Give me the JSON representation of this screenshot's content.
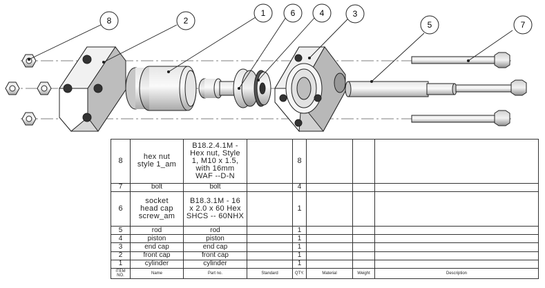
{
  "balloons": [
    "8",
    "2",
    "1",
    "6",
    "4",
    "3",
    "5",
    "7"
  ],
  "bom": {
    "headers": [
      "ITEM NO.",
      "Name",
      "Part no.",
      "Standard",
      "QTY.",
      "Material",
      "Weight",
      "Description"
    ],
    "rows": [
      {
        "item": "8",
        "name": "hex nut\nstyle 1_am",
        "part": "B18.2.4.1M -\nHex nut, Style\n1,  M10 x 1.5,\nwith 16mm\nWAF --D-N",
        "qty": "8"
      },
      {
        "item": "7",
        "name": "bolt",
        "part": "bolt",
        "qty": "4"
      },
      {
        "item": "6",
        "name": "socket\nhead cap\nscrew_am",
        "part": "B18.3.1M - 16\nx 2.0 x 60 Hex\nSHCS -- 60NHX",
        "qty": "1"
      },
      {
        "item": "5",
        "name": "rod",
        "part": "rod",
        "qty": "1"
      },
      {
        "item": "4",
        "name": "piston",
        "part": "piston",
        "qty": "1"
      },
      {
        "item": "3",
        "name": "end cap",
        "part": "end cap",
        "qty": "1"
      },
      {
        "item": "2",
        "name": "front cap",
        "part": "front cap",
        "qty": "1"
      },
      {
        "item": "1",
        "name": "cylinder",
        "part": "cylinder",
        "qty": "1"
      }
    ]
  }
}
